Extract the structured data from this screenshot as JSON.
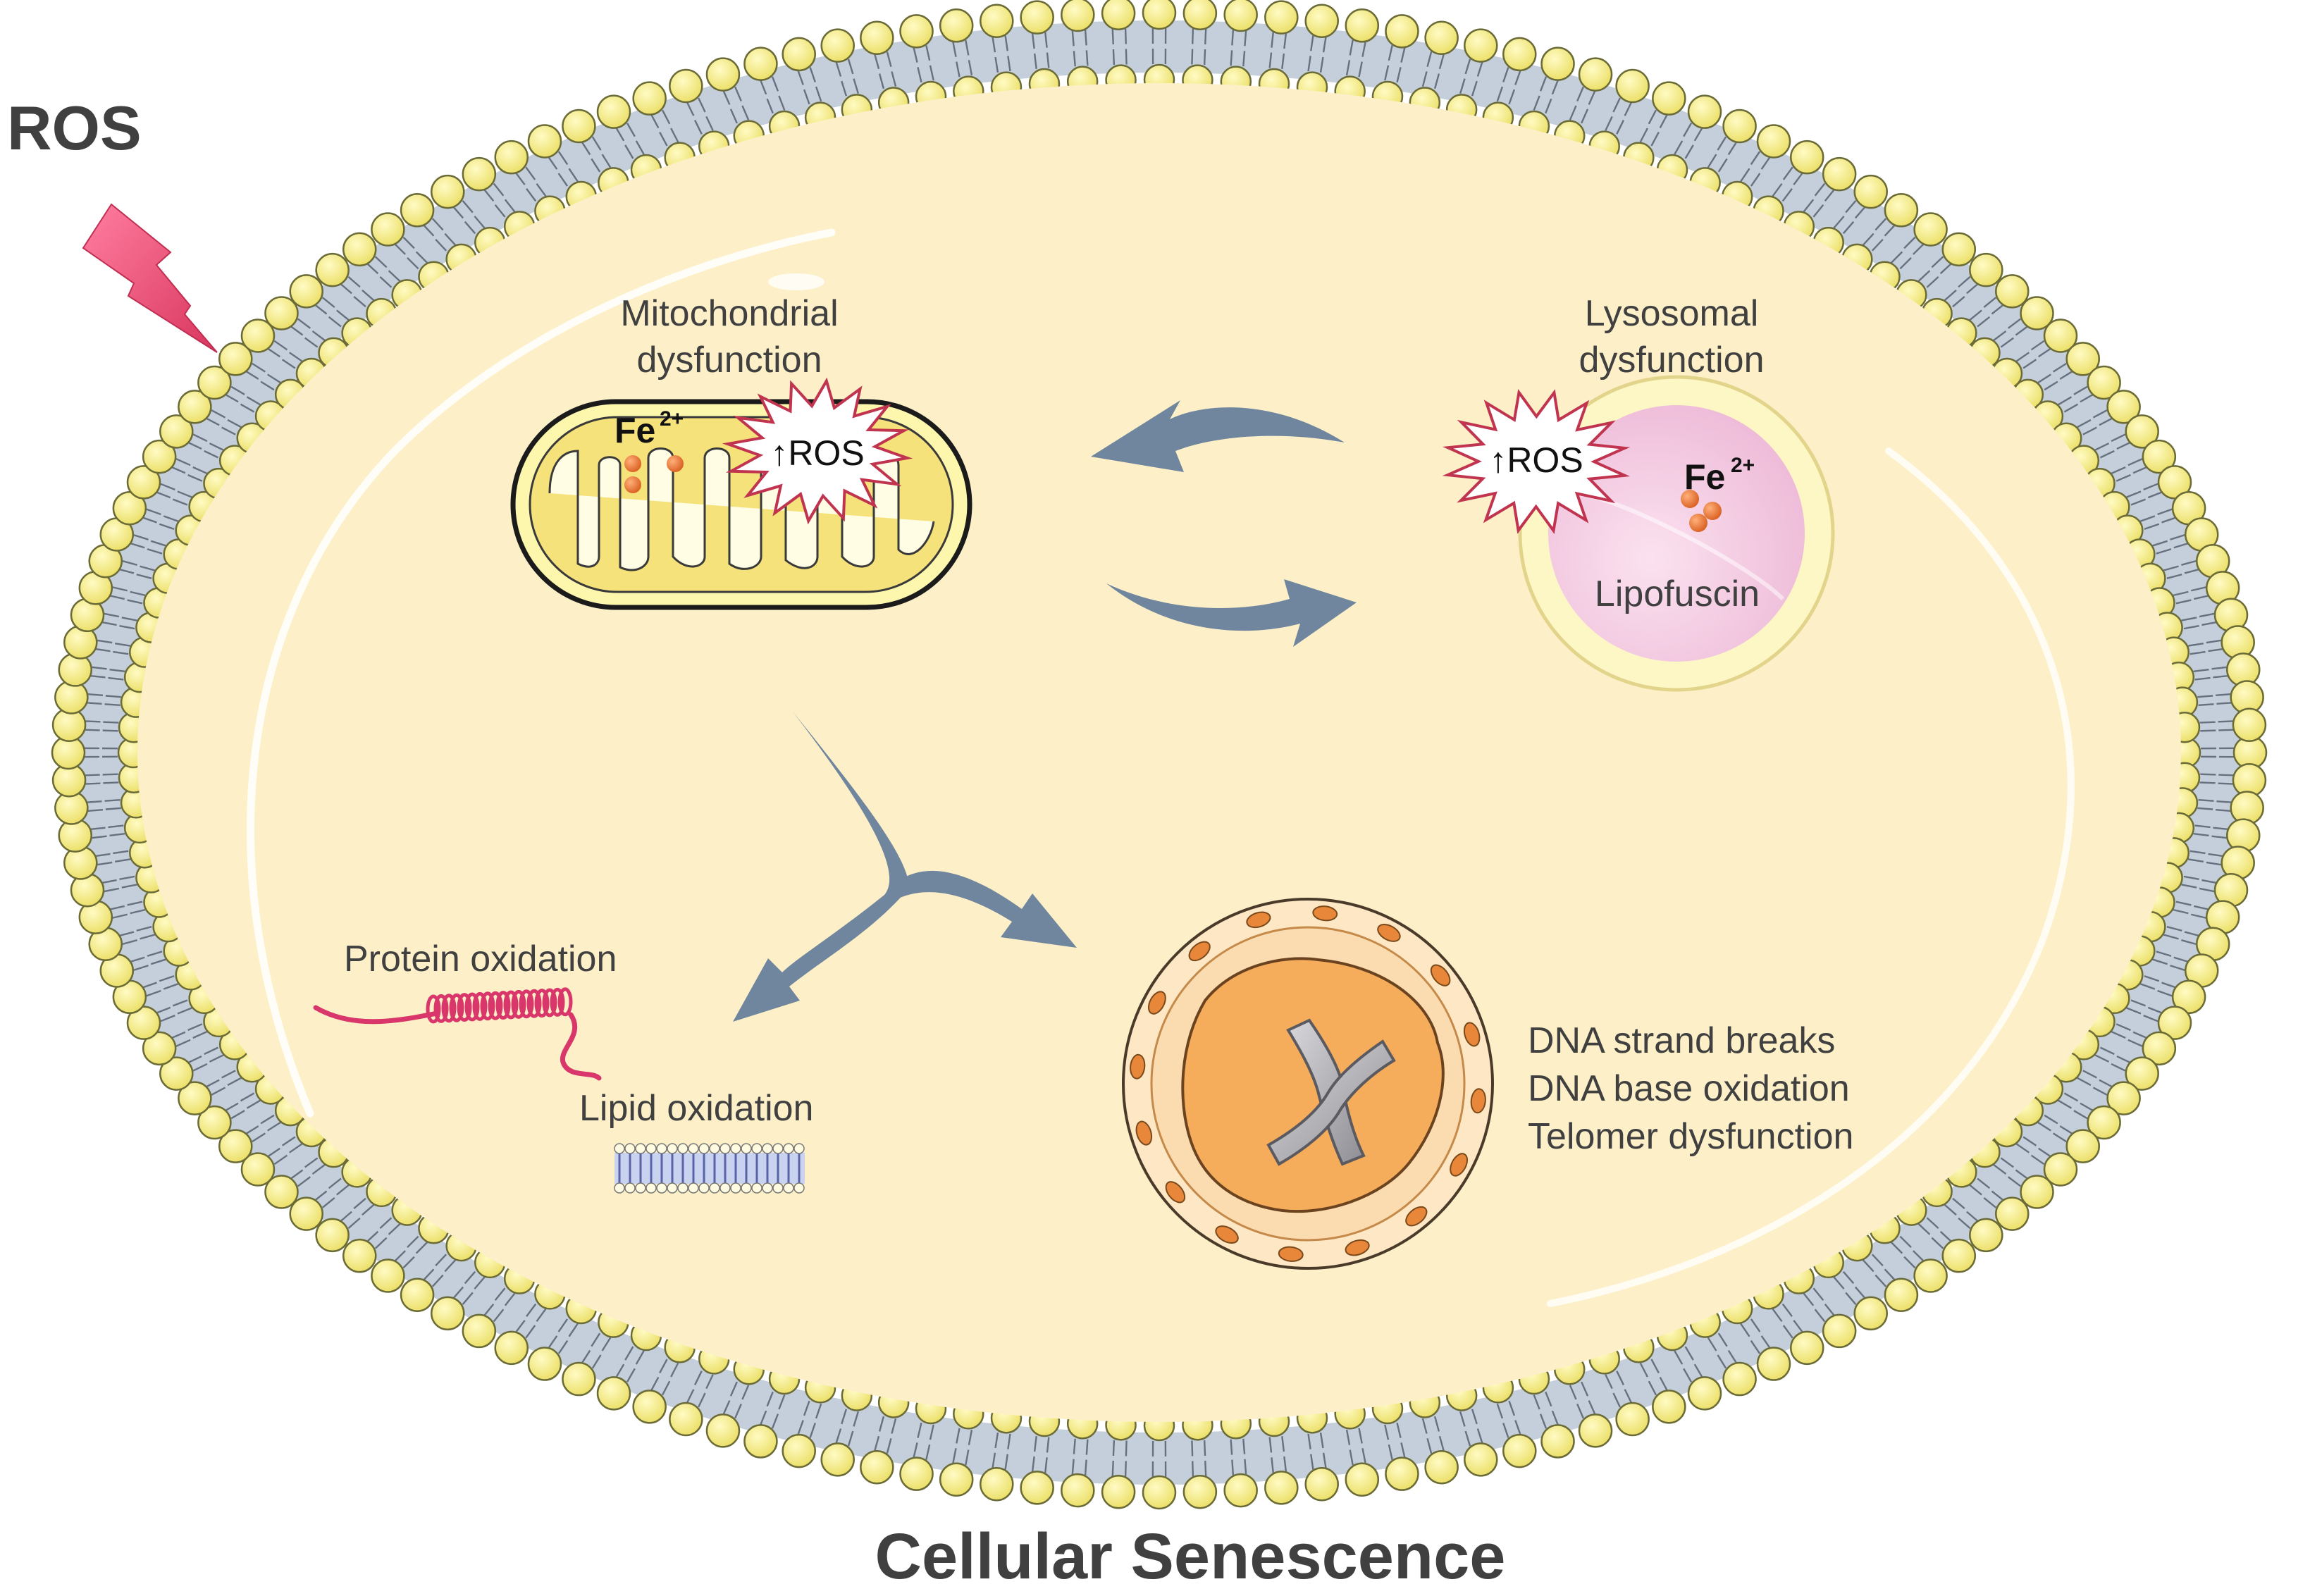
{
  "title": "Cellular Senescence",
  "external_stress": {
    "label": "ROS"
  },
  "mitochondrion": {
    "label_line1": "Mitochondrial",
    "label_line2": "dysfunction",
    "burst_label": "↑ROS",
    "iron_label": "Fe",
    "iron_charge": "2+"
  },
  "lysosome": {
    "label_line1": "Lysosomal",
    "label_line2": "dysfunction",
    "burst_label": "↑ROS",
    "iron_label": "Fe",
    "iron_charge": "2+",
    "content_label": "Lipofuscin"
  },
  "damage": {
    "protein": "Protein oxidation",
    "lipid": "Lipid oxidation",
    "dna_items": [
      "DNA strand breaks",
      "DNA base oxidation",
      "Telomer dysfunction"
    ]
  },
  "colors": {
    "cytoplasm": "#fdf0c8",
    "membrane_head": "#f7ec88",
    "membrane_band": "#c4cfdb",
    "arrow": "#6f869e",
    "lightning": "#e9567a",
    "nucleus": "#f5ad5b",
    "lysosome_core": "#f3c8e2",
    "iron": "#e8793a"
  }
}
